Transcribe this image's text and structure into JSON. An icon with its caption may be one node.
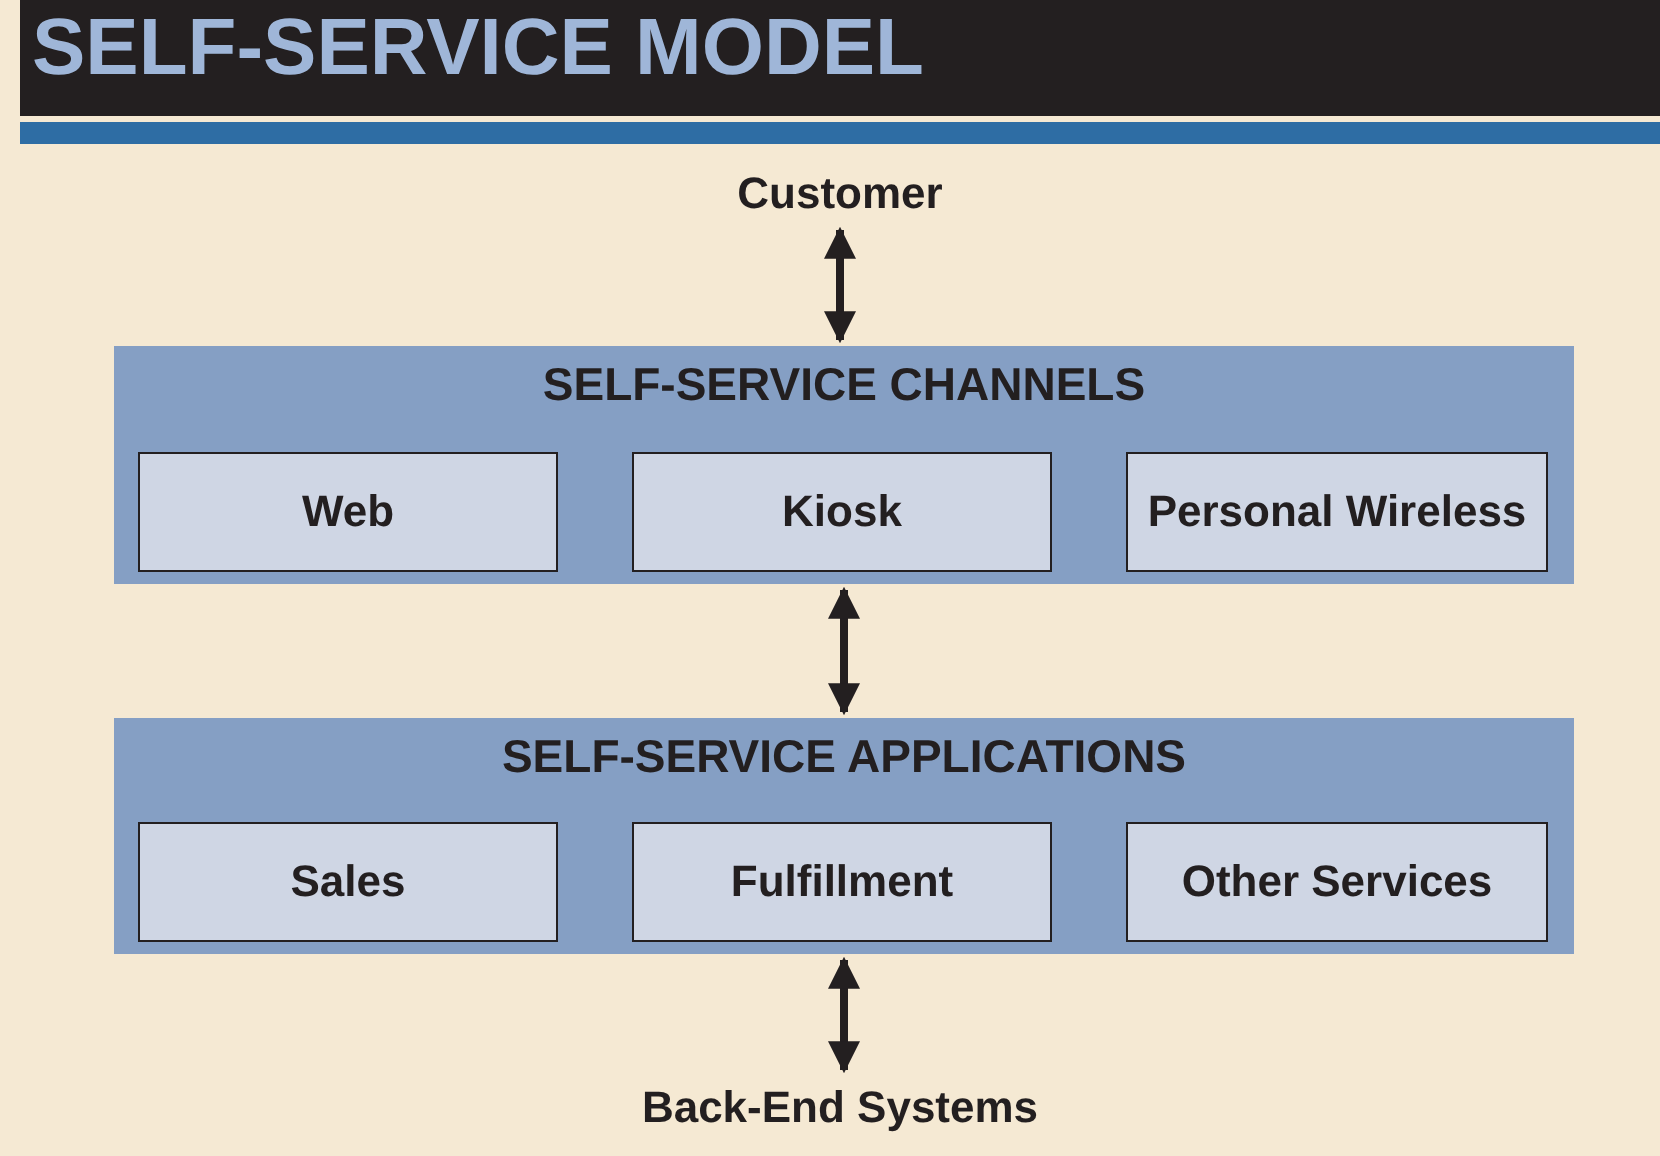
{
  "diagram": {
    "title": "SELF-SERVICE MODEL",
    "nodes": [
      {
        "text": [
          "Customer"
        ]
      },
      {
        "text": [
          "SELF-SERVICE CHANNELS"
        ]
      },
      {
        "text": [
          "Web"
        ],
        "in": 1
      },
      {
        "text": [
          "Kiosk"
        ],
        "in": 1
      },
      {
        "text": [
          "Personal Wireless"
        ],
        "in": 1
      },
      {
        "text": [
          "SELF-SERVICE APPLICATIONS"
        ]
      },
      {
        "text": [
          "Sales"
        ],
        "in": 5
      },
      {
        "text": [
          "Fulfillment"
        ],
        "in": 5
      },
      {
        "text": [
          "Other Services"
        ],
        "in": 5
      },
      {
        "text": [
          "Back-End Systems"
        ]
      }
    ],
    "edges": [
      {
        "from": 0,
        "to": 1,
        "arrow": "both"
      },
      {
        "from": 1,
        "to": 5,
        "arrow": "both"
      },
      {
        "from": 5,
        "to": 9,
        "arrow": "both"
      }
    ]
  }
}
